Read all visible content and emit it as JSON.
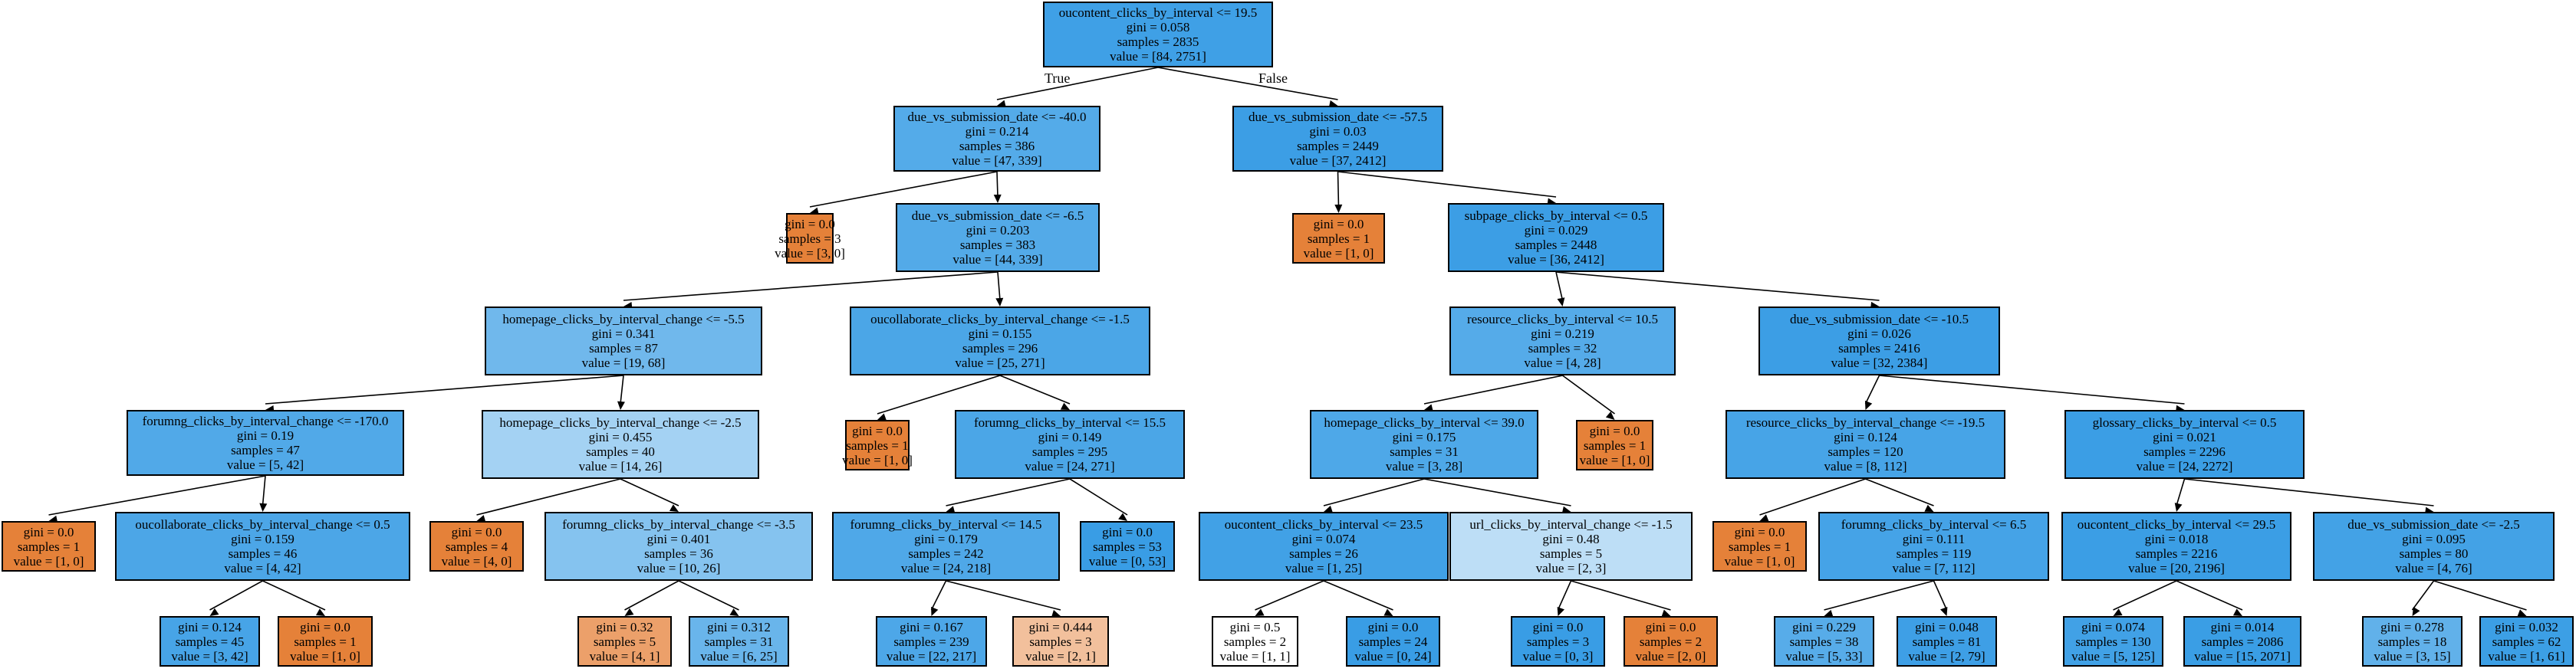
{
  "colors": {
    "orange": "#e58139",
    "blue": "#399de5"
  },
  "edge_labels": {
    "true_label": "True",
    "false_label": "False"
  },
  "nodes": [
    {
      "id": "n0",
      "lines": [
        "oucontent_clicks_by_interval <= 19.5",
        "gini = 0.058",
        "samples = 2835",
        "value = [84, 2751]"
      ],
      "fill": "#3fa0e6"
    },
    {
      "id": "n1",
      "lines": [
        "due_vs_submission_date <= -40.0",
        "gini = 0.214",
        "samples = 386",
        "value = [47, 339]"
      ],
      "fill": "#54abe9"
    },
    {
      "id": "n2",
      "lines": [
        "due_vs_submission_date <= -57.5",
        "gini = 0.03",
        "samples = 2449",
        "value = [37, 2412]"
      ],
      "fill": "#3c9ee5"
    },
    {
      "id": "n3",
      "lines": [
        "gini = 0.0",
        "samples = 3",
        "value = [3, 0]"
      ],
      "fill": "#e58139"
    },
    {
      "id": "n4",
      "lines": [
        "due_vs_submission_date <= -6.5",
        "gini = 0.203",
        "samples = 383",
        "value = [44, 339]"
      ],
      "fill": "#53aae8"
    },
    {
      "id": "n5",
      "lines": [
        "gini = 0.0",
        "samples = 1",
        "value = [1, 0]"
      ],
      "fill": "#e58139"
    },
    {
      "id": "n6",
      "lines": [
        "subpage_clicks_by_interval <= 0.5",
        "gini = 0.029",
        "samples = 2448",
        "value = [36, 2412]"
      ],
      "fill": "#3c9ee5"
    },
    {
      "id": "n7",
      "lines": [
        "homepage_clicks_by_interval_change <= -5.5",
        "gini = 0.341",
        "samples = 87",
        "value = [19, 68]"
      ],
      "fill": "#70b8ec"
    },
    {
      "id": "n8",
      "lines": [
        "oucollaborate_clicks_by_interval_change <= -1.5",
        "gini = 0.155",
        "samples = 296",
        "value = [25, 271]"
      ],
      "fill": "#4ba6e7"
    },
    {
      "id": "n9",
      "lines": [
        "resource_clicks_by_interval <= 10.5",
        "gini = 0.219",
        "samples = 32",
        "value = [4, 28]"
      ],
      "fill": "#55abe9"
    },
    {
      "id": "n10",
      "lines": [
        "due_vs_submission_date <= -10.5",
        "gini = 0.026",
        "samples = 2416",
        "value = [32, 2384]"
      ],
      "fill": "#3c9ee5"
    },
    {
      "id": "n11",
      "lines": [
        "forumng_clicks_by_interval_change <= -170.0",
        "gini = 0.19",
        "samples = 47",
        "value = [5, 42]"
      ],
      "fill": "#51a9e8"
    },
    {
      "id": "n12",
      "lines": [
        "homepage_clicks_by_interval_change <= -2.5",
        "gini = 0.455",
        "samples = 40",
        "value = [14, 26]"
      ],
      "fill": "#a4d2f3"
    },
    {
      "id": "n13",
      "lines": [
        "gini = 0.0",
        "samples = 1",
        "value = [1, 0]"
      ],
      "fill": "#e58139"
    },
    {
      "id": "n14",
      "lines": [
        "forumng_clicks_by_interval <= 15.5",
        "gini = 0.149",
        "samples = 295",
        "value = [24, 271]"
      ],
      "fill": "#4ba6e7"
    },
    {
      "id": "n15",
      "lines": [
        "homepage_clicks_by_interval <= 39.0",
        "gini = 0.175",
        "samples = 31",
        "value = [3, 28]"
      ],
      "fill": "#4ea8e8"
    },
    {
      "id": "n16",
      "lines": [
        "gini = 0.0",
        "samples = 1",
        "value = [1, 0]"
      ],
      "fill": "#e58139"
    },
    {
      "id": "n17",
      "lines": [
        "resource_clicks_by_interval_change <= -19.5",
        "gini = 0.124",
        "samples = 120",
        "value = [8, 112]"
      ],
      "fill": "#47a4e7"
    },
    {
      "id": "n18",
      "lines": [
        "glossary_clicks_by_interval <= 0.5",
        "gini = 0.021",
        "samples = 2296",
        "value = [24, 2272]"
      ],
      "fill": "#3b9ee5"
    },
    {
      "id": "n19",
      "lines": [
        "gini = 0.0",
        "samples = 1",
        "value = [1, 0]"
      ],
      "fill": "#e58139"
    },
    {
      "id": "n20",
      "lines": [
        "oucollaborate_clicks_by_interval_change <= 0.5",
        "gini = 0.159",
        "samples = 46",
        "value = [4, 42]"
      ],
      "fill": "#4ca6e7"
    },
    {
      "id": "n21",
      "lines": [
        "gini = 0.0",
        "samples = 4",
        "value = [4, 0]"
      ],
      "fill": "#e58139"
    },
    {
      "id": "n22",
      "lines": [
        "forumng_clicks_by_interval_change <= -3.5",
        "gini = 0.401",
        "samples = 36",
        "value = [10, 26]"
      ],
      "fill": "#85c3ef"
    },
    {
      "id": "n23",
      "lines": [
        "forumng_clicks_by_interval <= 14.5",
        "gini = 0.179",
        "samples = 242",
        "value = [24, 218]"
      ],
      "fill": "#4fa8e8"
    },
    {
      "id": "n24",
      "lines": [
        "gini = 0.0",
        "samples = 53",
        "value = [0, 53]"
      ],
      "fill": "#399de5"
    },
    {
      "id": "n25",
      "lines": [
        "oucontent_clicks_by_interval <= 23.5",
        "gini = 0.074",
        "samples = 26",
        "value = [1, 25]"
      ],
      "fill": "#41a1e6"
    },
    {
      "id": "n26",
      "lines": [
        "url_clicks_by_interval_change <= -1.5",
        "gini = 0.48",
        "samples = 5",
        "value = [2, 3]"
      ],
      "fill": "#bddef6"
    },
    {
      "id": "n27",
      "lines": [
        "gini = 0.0",
        "samples = 1",
        "value = [1, 0]"
      ],
      "fill": "#e58139"
    },
    {
      "id": "n28",
      "lines": [
        "forumng_clicks_by_interval <= 6.5",
        "gini = 0.111",
        "samples = 119",
        "value = [7, 112]"
      ],
      "fill": "#45a3e7"
    },
    {
      "id": "n29",
      "lines": [
        "oucontent_clicks_by_interval <= 29.5",
        "gini = 0.018",
        "samples = 2216",
        "value = [20, 2196]"
      ],
      "fill": "#3b9ee5"
    },
    {
      "id": "n30",
      "lines": [
        "due_vs_submission_date <= -2.5",
        "gini = 0.095",
        "samples = 80",
        "value = [4, 76]"
      ],
      "fill": "#43a2e6"
    },
    {
      "id": "n31",
      "lines": [
        "gini = 0.124",
        "samples = 45",
        "value = [3, 42]"
      ],
      "fill": "#47a4e7"
    },
    {
      "id": "n32",
      "lines": [
        "gini = 0.0",
        "samples = 1",
        "value = [1, 0]"
      ],
      "fill": "#e58139"
    },
    {
      "id": "n33",
      "lines": [
        "gini = 0.32",
        "samples = 5",
        "value = [4, 1]"
      ],
      "fill": "#eca06a"
    },
    {
      "id": "n34",
      "lines": [
        "gini = 0.312",
        "samples = 31",
        "value = [6, 25]"
      ],
      "fill": "#69b5eb"
    },
    {
      "id": "n35",
      "lines": [
        "gini = 0.167",
        "samples = 239",
        "value = [22, 217]"
      ],
      "fill": "#4da7e8"
    },
    {
      "id": "n36",
      "lines": [
        "gini = 0.444",
        "samples = 3",
        "value = [2, 1]"
      ],
      "fill": "#f2c09c"
    },
    {
      "id": "n37",
      "lines": [
        "gini = 0.5",
        "samples = 2",
        "value = [1, 1]"
      ],
      "fill": "#ffffff"
    },
    {
      "id": "n38",
      "lines": [
        "gini = 0.0",
        "samples = 24",
        "value = [0, 24]"
      ],
      "fill": "#399de5"
    },
    {
      "id": "n39",
      "lines": [
        "gini = 0.0",
        "samples = 3",
        "value = [0, 3]"
      ],
      "fill": "#399de5"
    },
    {
      "id": "n40",
      "lines": [
        "gini = 0.0",
        "samples = 2",
        "value = [2, 0]"
      ],
      "fill": "#e58139"
    },
    {
      "id": "n41",
      "lines": [
        "gini = 0.229",
        "samples = 38",
        "value = [5, 33]"
      ],
      "fill": "#57ace9"
    },
    {
      "id": "n42",
      "lines": [
        "gini = 0.048",
        "samples = 81",
        "value = [2, 79]"
      ],
      "fill": "#3e9fe6"
    },
    {
      "id": "n43",
      "lines": [
        "gini = 0.074",
        "samples = 130",
        "value = [5, 125]"
      ],
      "fill": "#41a1e6"
    },
    {
      "id": "n44",
      "lines": [
        "gini = 0.014",
        "samples = 2086",
        "value = [15, 2071]"
      ],
      "fill": "#3a9ee5"
    },
    {
      "id": "n45",
      "lines": [
        "gini = 0.278",
        "samples = 18",
        "value = [3, 15]"
      ],
      "fill": "#61b1ea"
    },
    {
      "id": "n46",
      "lines": [
        "gini = 0.032",
        "samples = 62",
        "value = [1, 61]"
      ],
      "fill": "#3c9fe5"
    }
  ],
  "edges": [
    [
      "n0",
      "n1"
    ],
    [
      "n0",
      "n2"
    ],
    [
      "n1",
      "n3"
    ],
    [
      "n1",
      "n4"
    ],
    [
      "n2",
      "n5"
    ],
    [
      "n2",
      "n6"
    ],
    [
      "n4",
      "n7"
    ],
    [
      "n4",
      "n8"
    ],
    [
      "n6",
      "n9"
    ],
    [
      "n6",
      "n10"
    ],
    [
      "n7",
      "n11"
    ],
    [
      "n7",
      "n12"
    ],
    [
      "n8",
      "n13"
    ],
    [
      "n8",
      "n14"
    ],
    [
      "n9",
      "n15"
    ],
    [
      "n9",
      "n16"
    ],
    [
      "n10",
      "n17"
    ],
    [
      "n10",
      "n18"
    ],
    [
      "n11",
      "n19"
    ],
    [
      "n11",
      "n20"
    ],
    [
      "n12",
      "n21"
    ],
    [
      "n12",
      "n22"
    ],
    [
      "n14",
      "n23"
    ],
    [
      "n14",
      "n24"
    ],
    [
      "n15",
      "n25"
    ],
    [
      "n15",
      "n26"
    ],
    [
      "n17",
      "n27"
    ],
    [
      "n17",
      "n28"
    ],
    [
      "n18",
      "n29"
    ],
    [
      "n18",
      "n30"
    ],
    [
      "n20",
      "n31"
    ],
    [
      "n20",
      "n32"
    ],
    [
      "n22",
      "n33"
    ],
    [
      "n22",
      "n34"
    ],
    [
      "n23",
      "n35"
    ],
    [
      "n23",
      "n36"
    ],
    [
      "n25",
      "n37"
    ],
    [
      "n25",
      "n38"
    ],
    [
      "n26",
      "n39"
    ],
    [
      "n26",
      "n40"
    ],
    [
      "n28",
      "n41"
    ],
    [
      "n28",
      "n42"
    ],
    [
      "n29",
      "n43"
    ],
    [
      "n29",
      "n44"
    ],
    [
      "n30",
      "n45"
    ],
    [
      "n30",
      "n46"
    ]
  ]
}
